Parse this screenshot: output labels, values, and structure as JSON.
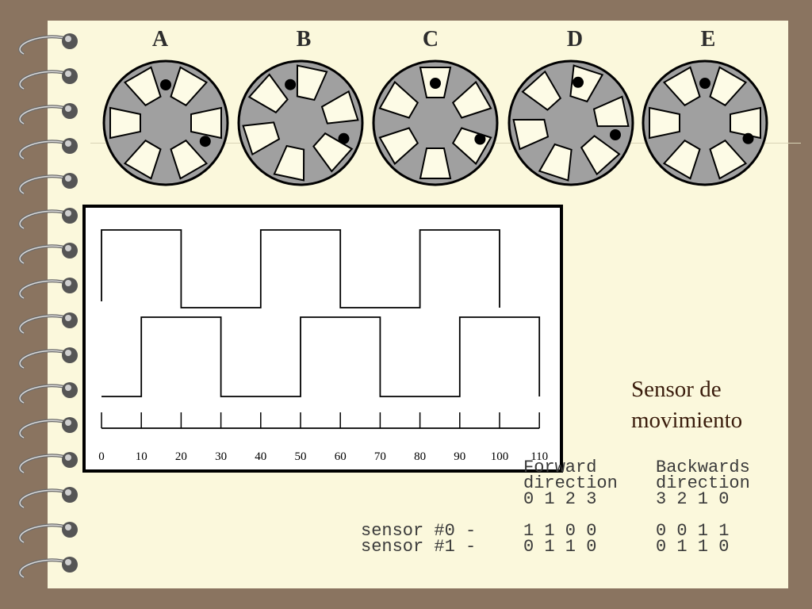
{
  "wheels": {
    "labels": [
      "A",
      "B",
      "C",
      "D",
      "E"
    ],
    "colors": {
      "disk": "#a0a0a0",
      "window": "#fdfbe6",
      "dot": "#000000",
      "outline": "#000000"
    }
  },
  "graph": {
    "tick_labels": [
      "0",
      "10",
      "20",
      "30",
      "40",
      "50",
      "60",
      "70",
      "80",
      "90",
      "100",
      "110"
    ],
    "signal_top": {
      "high_ranges": [
        [
          0,
          20
        ],
        [
          40,
          60
        ],
        [
          80,
          100
        ]
      ]
    },
    "signal_bottom": {
      "high_ranges": [
        [
          10,
          30
        ],
        [
          50,
          70
        ],
        [
          90,
          110
        ]
      ]
    }
  },
  "title": {
    "line1": "Sensor de",
    "line2": "movimiento"
  },
  "table": {
    "forward": {
      "heading1": "Forward",
      "heading2": "direction",
      "states": "0 1 2 3",
      "sensor0": "1 1 0 0",
      "sensor1": "0 1 1 0"
    },
    "backwards": {
      "heading1": "Backwards",
      "heading2": "direction",
      "states": "3 2 1 0",
      "sensor0": "0 0 1 1",
      "sensor1": "0 1 1 0"
    },
    "row_labels": {
      "sensor0": "sensor #0 -",
      "sensor1": "sensor #1 -"
    }
  }
}
